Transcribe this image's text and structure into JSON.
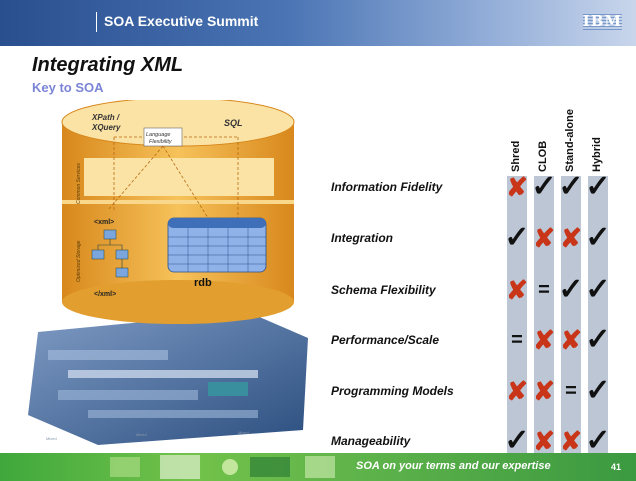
{
  "header": {
    "title": "SOA Executive Summit",
    "logo_text": "IBM"
  },
  "slide": {
    "title": "Integrating XML",
    "subtitle": "Key to SOA"
  },
  "diagram": {
    "xpath_label": "XPath /",
    "xquery_label": "XQuery",
    "sql_label": "SQL",
    "lang_flex_line1": "Language",
    "lang_flex_line2": "Flexibility",
    "common_services": "Common Services",
    "optimized_storage": "Optimized Storage",
    "xml_open": "<xml>",
    "xml_close": "</xml>",
    "rdb": "rdb"
  },
  "comparison": {
    "columns": [
      "Shred",
      "CLOB",
      "Stand-alone",
      "Hybrid"
    ],
    "rows": [
      {
        "feature": "Information Fidelity",
        "marks": [
          "cross",
          "check",
          "check",
          "check"
        ]
      },
      {
        "feature": "Integration",
        "marks": [
          "check",
          "cross",
          "cross",
          "check"
        ]
      },
      {
        "feature": "Schema Flexibility",
        "marks": [
          "cross",
          "equal",
          "check",
          "check"
        ]
      },
      {
        "feature": "Performance/Scale",
        "marks": [
          "equal",
          "cross",
          "cross",
          "check"
        ]
      },
      {
        "feature": "Programming Models",
        "marks": [
          "cross",
          "cross",
          "equal",
          "check"
        ]
      },
      {
        "feature": "Manageability",
        "marks": [
          "check",
          "cross",
          "cross",
          "check"
        ]
      }
    ]
  },
  "footer": {
    "tagline": "SOA on your terms and our expertise",
    "page_number": "41"
  },
  "colors": {
    "header": "#2a4f8f",
    "subtitle": "#7b85d6",
    "cross": "#c83518",
    "footer": "#5cb14a",
    "cylinder": "#f0b23c"
  }
}
